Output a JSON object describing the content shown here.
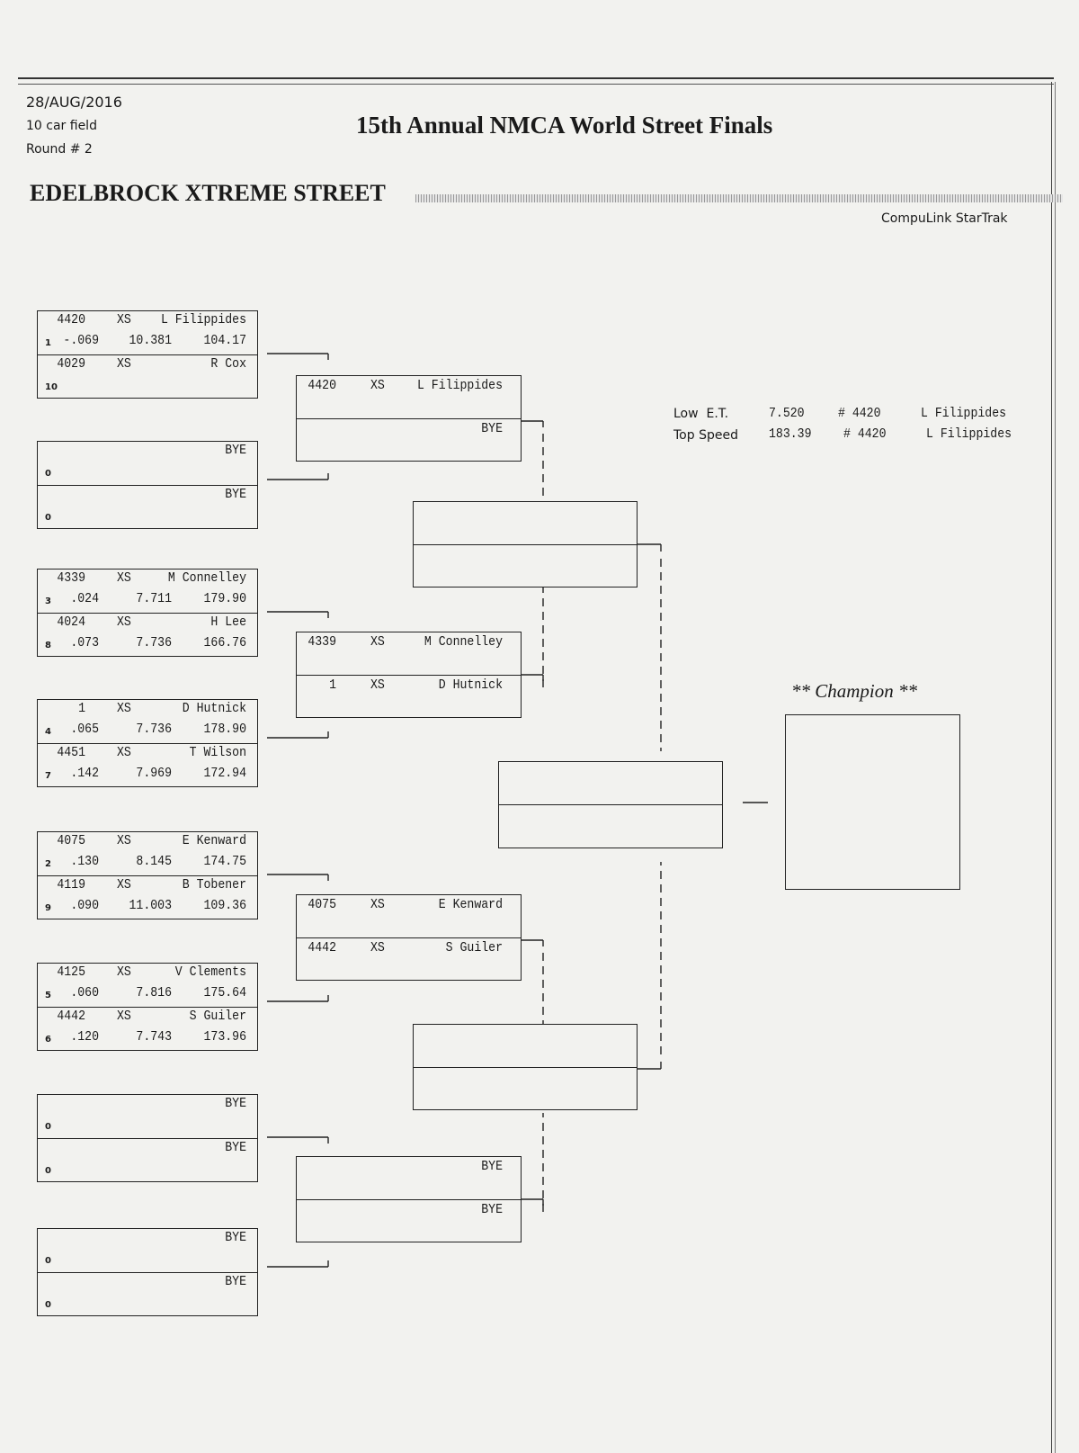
{
  "header": {
    "date": "28/AUG/2016",
    "field": "10 car field",
    "round": "Round # 2",
    "title": "15th Annual NMCA World Street Finals",
    "class_title": "EDELBROCK XTREME STREET",
    "software": "CompuLink StarTrak"
  },
  "stats": {
    "low_et": {
      "label": "Low  E.T.",
      "value": "7.520",
      "car": "# 4420",
      "driver": "L Filippides"
    },
    "top_speed": {
      "label": "Top Speed",
      "value": "183.39",
      "car": "# 4420",
      "driver": "L Filippides"
    }
  },
  "champion_label": "** Champion **",
  "rounds": [
    {
      "matches": [
        {
          "lanes": [
            {
              "car": "4420",
              "cls": "XS",
              "name": "L Filippides",
              "seed": "1",
              "rt": "-.069",
              "et": "10.381",
              "mph": "104.17"
            },
            {
              "car": "4029",
              "cls": "XS",
              "name": "R Cox",
              "seed": "10",
              "rt": "",
              "et": "",
              "mph": ""
            }
          ]
        },
        {
          "lanes": [
            {
              "car": "",
              "cls": "",
              "name": "BYE",
              "seed": "0",
              "rt": "",
              "et": "",
              "mph": ""
            },
            {
              "car": "",
              "cls": "",
              "name": "BYE",
              "seed": "0",
              "rt": "",
              "et": "",
              "mph": ""
            }
          ]
        },
        {
          "lanes": [
            {
              "car": "4339",
              "cls": "XS",
              "name": "M Connelley",
              "seed": "3",
              "rt": ".024",
              "et": "7.711",
              "mph": "179.90"
            },
            {
              "car": "4024",
              "cls": "XS",
              "name": "H Lee",
              "seed": "8",
              "rt": ".073",
              "et": "7.736",
              "mph": "166.76"
            }
          ]
        },
        {
          "lanes": [
            {
              "car": "1",
              "cls": "XS",
              "name": "D Hutnick",
              "seed": "4",
              "rt": ".065",
              "et": "7.736",
              "mph": "178.90"
            },
            {
              "car": "4451",
              "cls": "XS",
              "name": "T Wilson",
              "seed": "7",
              "rt": ".142",
              "et": "7.969",
              "mph": "172.94"
            }
          ]
        },
        {
          "lanes": [
            {
              "car": "4075",
              "cls": "XS",
              "name": "E Kenward",
              "seed": "2",
              "rt": ".130",
              "et": "8.145",
              "mph": "174.75"
            },
            {
              "car": "4119",
              "cls": "XS",
              "name": "B Tobener",
              "seed": "9",
              "rt": ".090",
              "et": "11.003",
              "mph": "109.36"
            }
          ]
        },
        {
          "lanes": [
            {
              "car": "4125",
              "cls": "XS",
              "name": "V Clements",
              "seed": "5",
              "rt": ".060",
              "et": "7.816",
              "mph": "175.64"
            },
            {
              "car": "4442",
              "cls": "XS",
              "name": "S Guiler",
              "seed": "6",
              "rt": ".120",
              "et": "7.743",
              "mph": "173.96"
            }
          ]
        },
        {
          "lanes": [
            {
              "car": "",
              "cls": "",
              "name": "BYE",
              "seed": "0",
              "rt": "",
              "et": "",
              "mph": ""
            },
            {
              "car": "",
              "cls": "",
              "name": "BYE",
              "seed": "0",
              "rt": "",
              "et": "",
              "mph": ""
            }
          ]
        },
        {
          "lanes": [
            {
              "car": "",
              "cls": "",
              "name": "BYE",
              "seed": "0",
              "rt": "",
              "et": "",
              "mph": ""
            },
            {
              "car": "",
              "cls": "",
              "name": "BYE",
              "seed": "0",
              "rt": "",
              "et": "",
              "mph": ""
            }
          ]
        }
      ]
    },
    {
      "matches": [
        {
          "lanes": [
            {
              "car": "4420",
              "cls": "XS",
              "name": "L Filippides"
            },
            {
              "car": "",
              "cls": "",
              "name": "BYE"
            }
          ]
        },
        {
          "lanes": [
            {
              "car": "4339",
              "cls": "XS",
              "name": "M Connelley"
            },
            {
              "car": "1",
              "cls": "XS",
              "name": "D Hutnick"
            }
          ]
        },
        {
          "lanes": [
            {
              "car": "4075",
              "cls": "XS",
              "name": "E Kenward"
            },
            {
              "car": "4442",
              "cls": "XS",
              "name": "S Guiler"
            }
          ]
        },
        {
          "lanes": [
            {
              "car": "",
              "cls": "",
              "name": "BYE"
            },
            {
              "car": "",
              "cls": "",
              "name": "BYE"
            }
          ]
        }
      ]
    },
    {
      "matches": [
        {
          "lanes": [
            {
              "car": "",
              "cls": "",
              "name": ""
            },
            {
              "car": "",
              "cls": "",
              "name": ""
            }
          ]
        },
        {
          "lanes": [
            {
              "car": "",
              "cls": "",
              "name": ""
            },
            {
              "car": "",
              "cls": "",
              "name": ""
            }
          ]
        }
      ]
    },
    {
      "matches": [
        {
          "lanes": [
            {
              "car": "",
              "cls": "",
              "name": ""
            },
            {
              "car": "",
              "cls": "",
              "name": ""
            }
          ]
        }
      ]
    }
  ]
}
